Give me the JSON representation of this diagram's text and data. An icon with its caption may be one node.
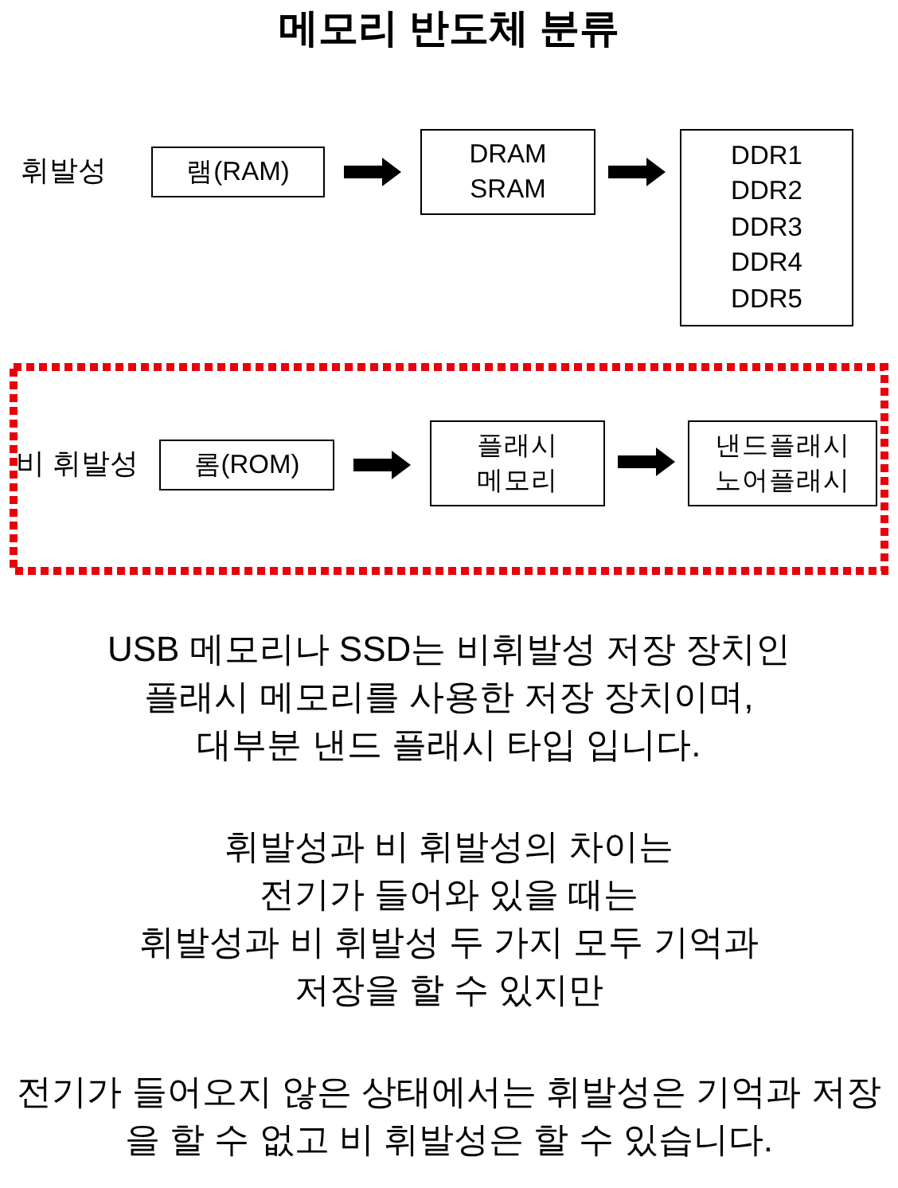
{
  "diagram": {
    "title": "메모리 반도체 분류",
    "nodes": [
      {
        "text": [
          "램(RAM)"
        ]
      },
      {
        "text": [
          "DRAM",
          "SRAM"
        ]
      },
      {
        "text": [
          "DDR1",
          "DDR2",
          "DDR3",
          "DDR4",
          "DDR5"
        ]
      },
      {
        "text": [
          "비 휘발성"
        ]
      },
      {
        "text": [
          "롬(ROM)"
        ],
        "in": 3
      },
      {
        "text": [
          "플래시 메모리"
        ],
        "in": 3
      },
      {
        "text": [
          "낸드플래시",
          "노어플래시"
        ],
        "in": 3
      }
    ],
    "edges": [
      {
        "from": 0,
        "to": 1,
        "arrow": "to"
      },
      {
        "from": 1,
        "to": 2,
        "arrow": "to"
      },
      {
        "from": 4,
        "to": 5,
        "arrow": "to"
      },
      {
        "from": 5,
        "to": 6,
        "arrow": "to"
      }
    ],
    "labels": [
      "휘발성",
      "USB 메모리나 SSD는 비휘발성 저장 장치인 플래시 메모리를 사용한 저장 장치이며, 대부분 낸드 플래시 타입 입니다.",
      "휘발성과 비 휘발성의 차이는 전기가 들어와 있을 때는 휘발성과 비 휘발성 두 가지 모두 기억과 저장을 할 수 있지만",
      "전기가 들어오지 않은 상태에서는 휘발성은 기억과 저장을 할 수 없고 비 휘발성은 할 수 있습니다."
    ]
  }
}
